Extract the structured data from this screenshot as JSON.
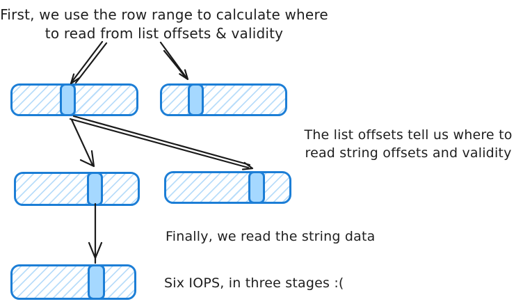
{
  "colors": {
    "background": "#ffffff",
    "shape-stroke": "#1c7ed6",
    "cell-fill": "#a5d8ff",
    "hatch": "#b9ddfa",
    "ink": "#1e1e1e",
    "arrow": "#1b1b1b"
  },
  "annotations": {
    "step1_line1": "First, we use the row range to calculate where",
    "step1_line2": "to read from list offsets & validity",
    "step2_line1": "The list offsets tell us where to",
    "step2_line2": "read string offsets and validity",
    "step3": "Finally, we read the string data",
    "summary": "Six IOPS, in three stages :("
  }
}
